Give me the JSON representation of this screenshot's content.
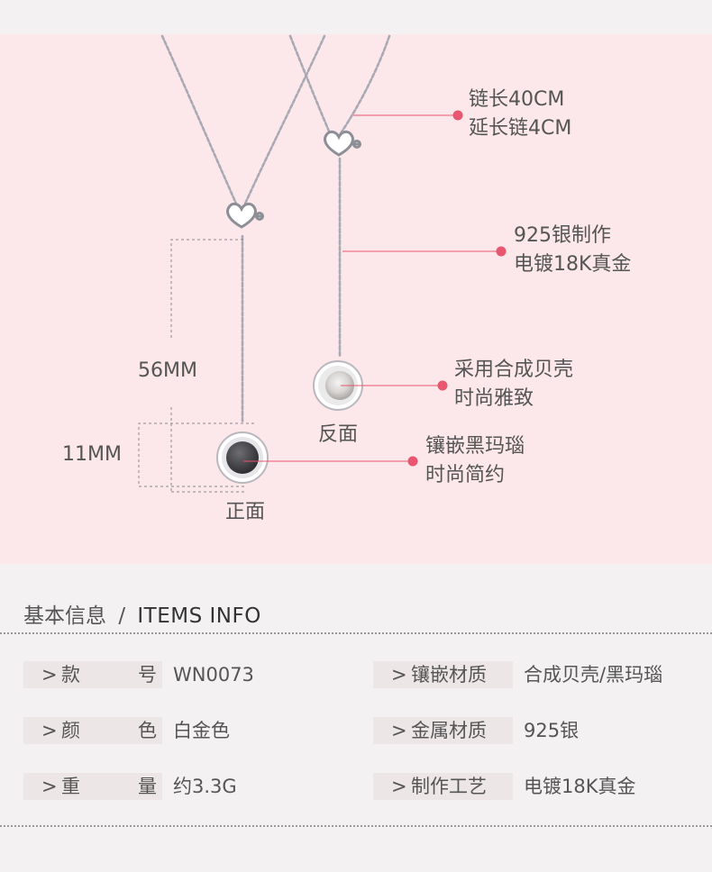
{
  "callouts": {
    "chain": {
      "line1": "链长40CM",
      "line2": "延长链4CM"
    },
    "material": {
      "line1": "925银制作",
      "line2": "电镀18K真金"
    },
    "shell": {
      "line1": "采用合成贝壳",
      "line2": "时尚雅致"
    },
    "agate": {
      "line1": "镶嵌黑玛瑙",
      "line2": "时尚简约"
    }
  },
  "dimensions": {
    "drop": "56MM",
    "pendant": "11MM"
  },
  "pendant_labels": {
    "front": "正面",
    "back": "反面"
  },
  "section": {
    "title_cn": "基本信息",
    "separator": "/",
    "title_en": "ITEMS INFO"
  },
  "specs": [
    {
      "label_a": "款",
      "label_b": "号",
      "value": "WN0073"
    },
    {
      "label": "镶嵌材质",
      "value": "合成贝壳/黑玛瑙"
    },
    {
      "label_a": "颜",
      "label_b": "色",
      "value": "白金色"
    },
    {
      "label": "金属材质",
      "value": "925银"
    },
    {
      "label_a": "重",
      "label_b": "量",
      "value": "约3.3G"
    },
    {
      "label": "制作工艺",
      "value": "电镀18K真金"
    }
  ],
  "arrow_glyph": ">",
  "colors": {
    "panel": "#fce7ea",
    "accent": "#e8566f",
    "chain": "#a9a9b3",
    "background": "#f3f1f1"
  }
}
